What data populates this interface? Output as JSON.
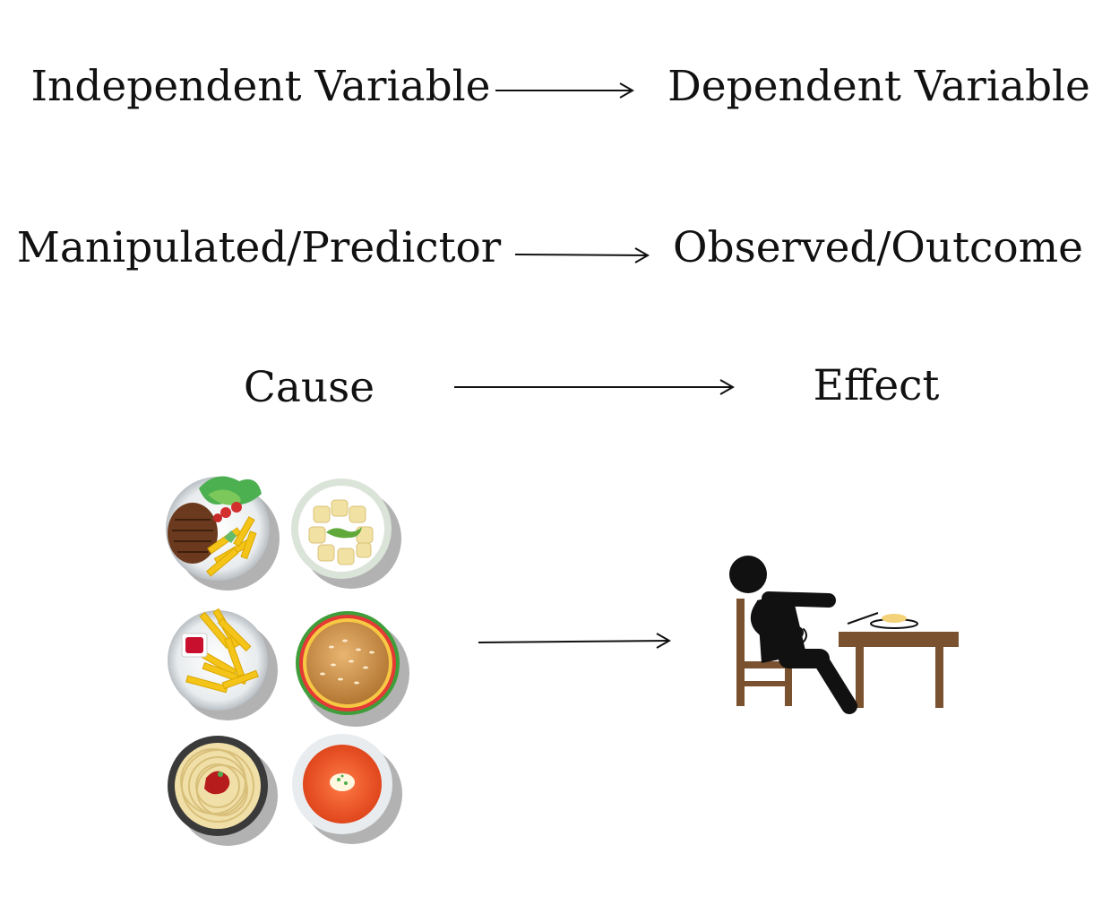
{
  "rows": [
    {
      "left": "Independent Variable",
      "right": "Dependent Variable"
    },
    {
      "left": "Manipulated/Predictor",
      "right": "Observed/Outcome"
    },
    {
      "left": "Cause",
      "right": "Effect"
    }
  ],
  "illustrations": {
    "cause_icons": [
      "steak-fries-plate-icon",
      "ravioli-plate-icon",
      "fries-ketchup-plate-icon",
      "burger-plate-icon",
      "spaghetti-plate-icon",
      "tomato-soup-bowl-icon"
    ],
    "effect_icon": "full-person-leaning-back-from-table-icon"
  },
  "colors": {
    "text": "#111111",
    "arrow": "#111111",
    "furniture": "#7a5230"
  }
}
